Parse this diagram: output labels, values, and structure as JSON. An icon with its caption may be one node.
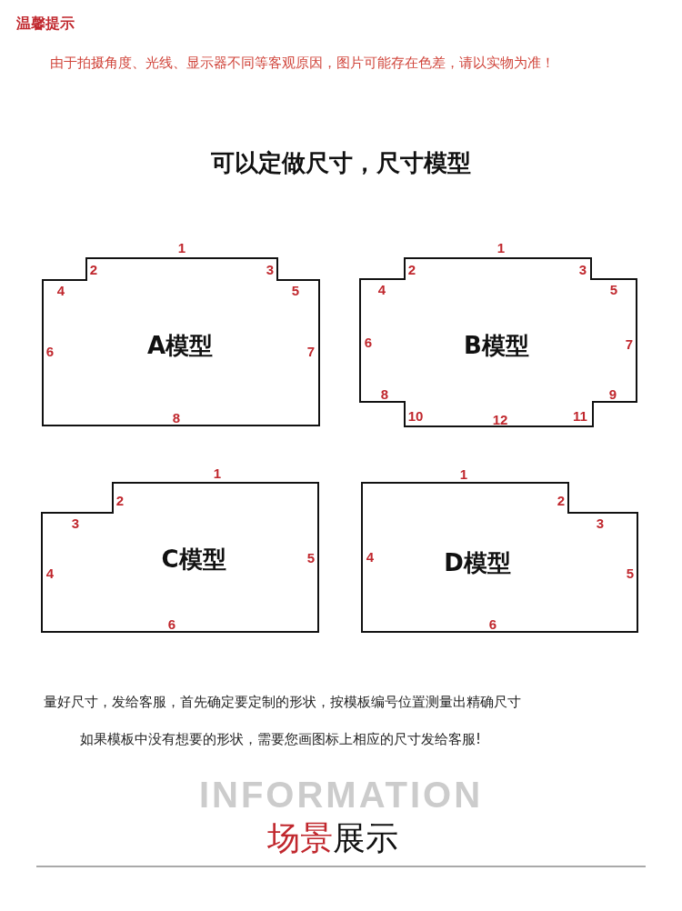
{
  "diagram": {
    "title": "可以定做尺寸，尺寸模型",
    "nodes": [
      {
        "text": [
          "A模型",
          "1",
          "2",
          "3",
          "4",
          "5",
          "6",
          "7",
          "8"
        ]
      },
      {
        "text": [
          "B模型",
          "1",
          "2",
          "3",
          "4",
          "5",
          "6",
          "7",
          "8",
          "9",
          "10",
          "11",
          "12"
        ]
      },
      {
        "text": [
          "C模型",
          "1",
          "2",
          "3",
          "4",
          "5",
          "6"
        ]
      },
      {
        "text": [
          "D模型",
          "1",
          "2",
          "3",
          "4",
          "5",
          "6"
        ]
      }
    ],
    "labels": [
      "温馨提示",
      "由于拍摄角度、光线、显示器不同等客观原因，图片可能存在色差，请以实物为准！",
      "量好尺寸，发给客服，首先确定要定制的形状，按模板编号位置测量出精确尺寸",
      "如果模板中没有想要的形状，需要您画图标上相应的尺寸发给客服!",
      "INFORMATION",
      "场景",
      "展示"
    ]
  }
}
